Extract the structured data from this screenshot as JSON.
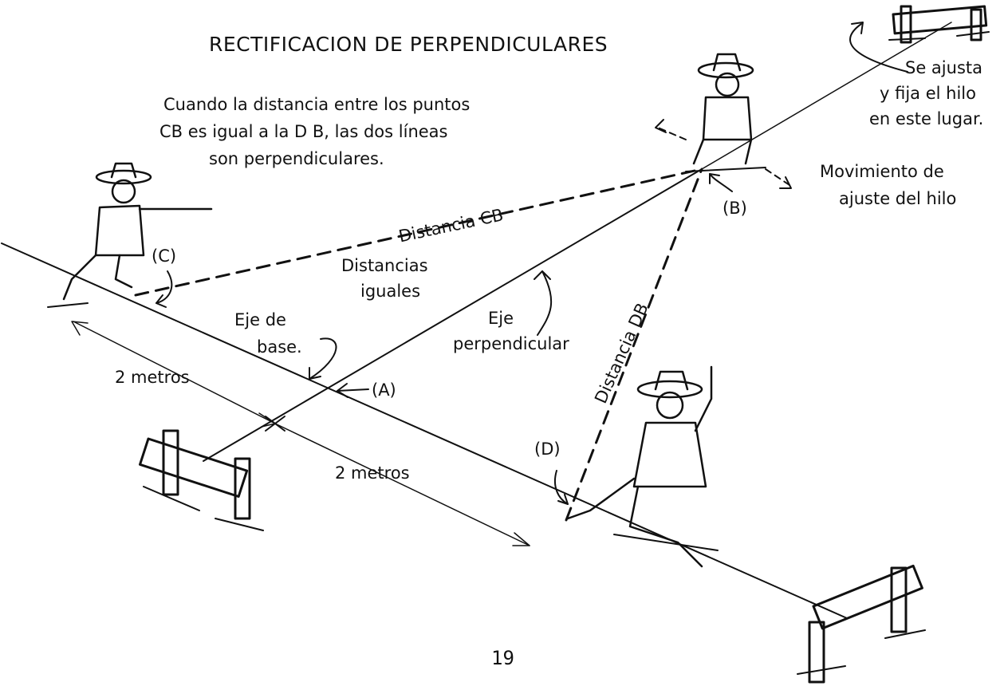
{
  "title": "RECTIFICACION DE PERPENDICULARES",
  "explanation": {
    "line1": "Cuando la distancia entre los puntos",
    "line2": "CB es igual a la D  B, las dos líneas",
    "line3": "son perpendiculares."
  },
  "right_note": {
    "line1": "Se ajusta",
    "line2": "y fija el hilo",
    "line3": "en este lugar."
  },
  "movement_note": {
    "line1": "Movimiento de",
    "line2": "ajuste del hilo"
  },
  "points": {
    "a": "(A)",
    "b": "(B)",
    "c": "(C)",
    "d": "(D)"
  },
  "labels": {
    "distance_cb": "Distancia CB",
    "distance_db": "Distancia DB",
    "equal_distances_1": "Distancias",
    "equal_distances_2": "iguales",
    "base_axis_1": "Eje de",
    "base_axis_2": "base.",
    "perp_axis_1": "Eje",
    "perp_axis_2": "perpendicular",
    "two_meters_left": "2 metros",
    "two_meters_right": "2 metros"
  },
  "page_number": "19"
}
